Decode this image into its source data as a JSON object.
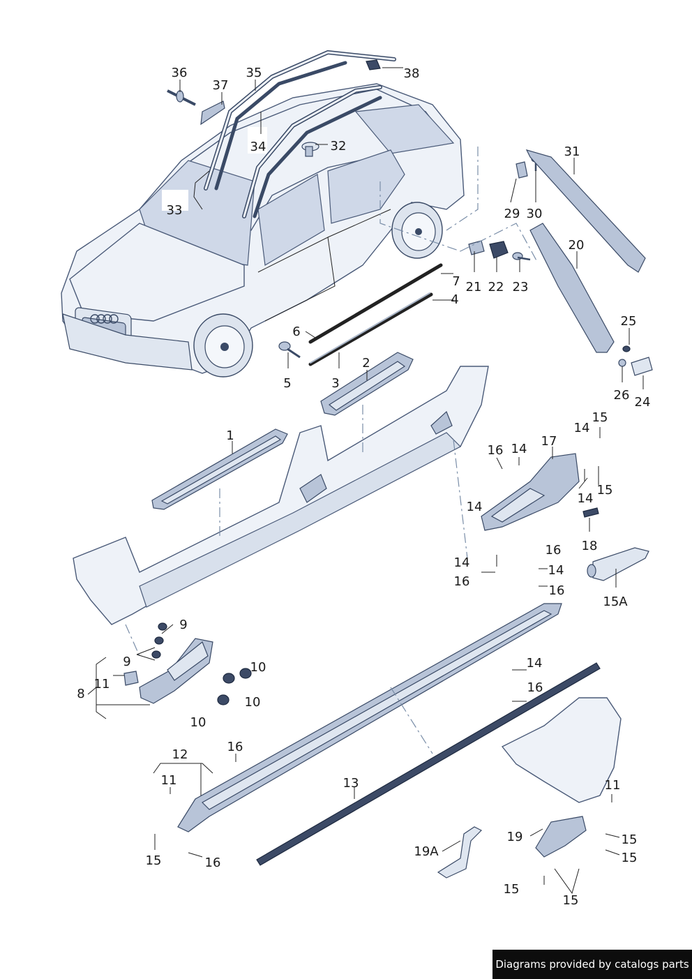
{
  "footer": {
    "text": "Diagrams provided by catalogs parts"
  },
  "callouts": [
    {
      "id": "1",
      "label": "1"
    },
    {
      "id": "2",
      "label": "2"
    },
    {
      "id": "3",
      "label": "3"
    },
    {
      "id": "4",
      "label": "4"
    },
    {
      "id": "5",
      "label": "5"
    },
    {
      "id": "6",
      "label": "6"
    },
    {
      "id": "7",
      "label": "7"
    },
    {
      "id": "8",
      "label": "8"
    },
    {
      "id": "9a",
      "label": "9"
    },
    {
      "id": "9b",
      "label": "9"
    },
    {
      "id": "10a",
      "label": "10"
    },
    {
      "id": "10b",
      "label": "10"
    },
    {
      "id": "10c",
      "label": "10"
    },
    {
      "id": "11a",
      "label": "11"
    },
    {
      "id": "11b",
      "label": "11"
    },
    {
      "id": "11c",
      "label": "11"
    },
    {
      "id": "12",
      "label": "12"
    },
    {
      "id": "13",
      "label": "13"
    },
    {
      "id": "14a",
      "label": "14"
    },
    {
      "id": "14b",
      "label": "14"
    },
    {
      "id": "14c",
      "label": "14"
    },
    {
      "id": "14d",
      "label": "14"
    },
    {
      "id": "14e",
      "label": "14"
    },
    {
      "id": "14f",
      "label": "14"
    },
    {
      "id": "14g",
      "label": "14"
    },
    {
      "id": "15a",
      "label": "15"
    },
    {
      "id": "15b",
      "label": "15"
    },
    {
      "id": "15c",
      "label": "15"
    },
    {
      "id": "15d",
      "label": "15"
    },
    {
      "id": "15e",
      "label": "15"
    },
    {
      "id": "15f",
      "label": "15"
    },
    {
      "id": "15g",
      "label": "15"
    },
    {
      "id": "15A",
      "label": "15A"
    },
    {
      "id": "16a",
      "label": "16"
    },
    {
      "id": "16b",
      "label": "16"
    },
    {
      "id": "16c",
      "label": "16"
    },
    {
      "id": "16d",
      "label": "16"
    },
    {
      "id": "16e",
      "label": "16"
    },
    {
      "id": "16f",
      "label": "16"
    },
    {
      "id": "16g",
      "label": "16"
    },
    {
      "id": "17",
      "label": "17"
    },
    {
      "id": "18",
      "label": "18"
    },
    {
      "id": "19",
      "label": "19"
    },
    {
      "id": "19A",
      "label": "19A"
    },
    {
      "id": "20",
      "label": "20"
    },
    {
      "id": "21",
      "label": "21"
    },
    {
      "id": "22",
      "label": "22"
    },
    {
      "id": "23",
      "label": "23"
    },
    {
      "id": "24",
      "label": "24"
    },
    {
      "id": "25",
      "label": "25"
    },
    {
      "id": "26",
      "label": "26"
    },
    {
      "id": "29",
      "label": "29"
    },
    {
      "id": "30",
      "label": "30"
    },
    {
      "id": "31",
      "label": "31"
    },
    {
      "id": "32",
      "label": "32"
    },
    {
      "id": "33",
      "label": "33"
    },
    {
      "id": "34",
      "label": "34"
    },
    {
      "id": "35",
      "label": "35"
    },
    {
      "id": "36",
      "label": "36"
    },
    {
      "id": "37",
      "label": "37"
    },
    {
      "id": "38",
      "label": "38"
    }
  ]
}
